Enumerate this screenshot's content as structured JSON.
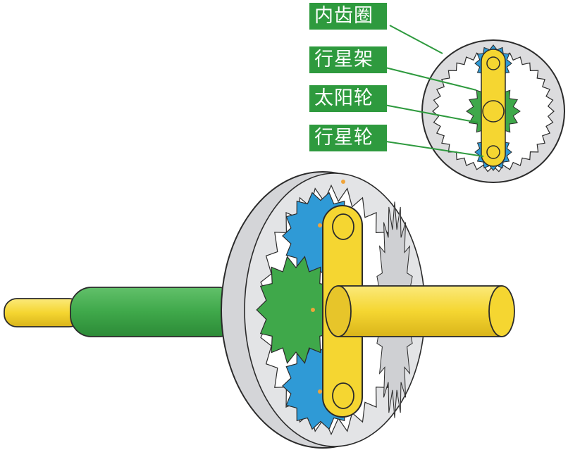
{
  "labels": {
    "ring_gear": "内齿圈",
    "planet_carrier": "行星架",
    "sun_gear": "太阳轮",
    "planet_gear": "行星轮"
  },
  "colors": {
    "label_bg": "#2e9a3e",
    "label_text": "#ffffff",
    "carrier_yellow": "#f5d631",
    "sun_green": "#3fa84a",
    "planet_blue": "#2f9ad6",
    "ring_gray": "#d9dadc",
    "outline": "#2b2b2b",
    "leader_line": "#2e9a3e"
  }
}
